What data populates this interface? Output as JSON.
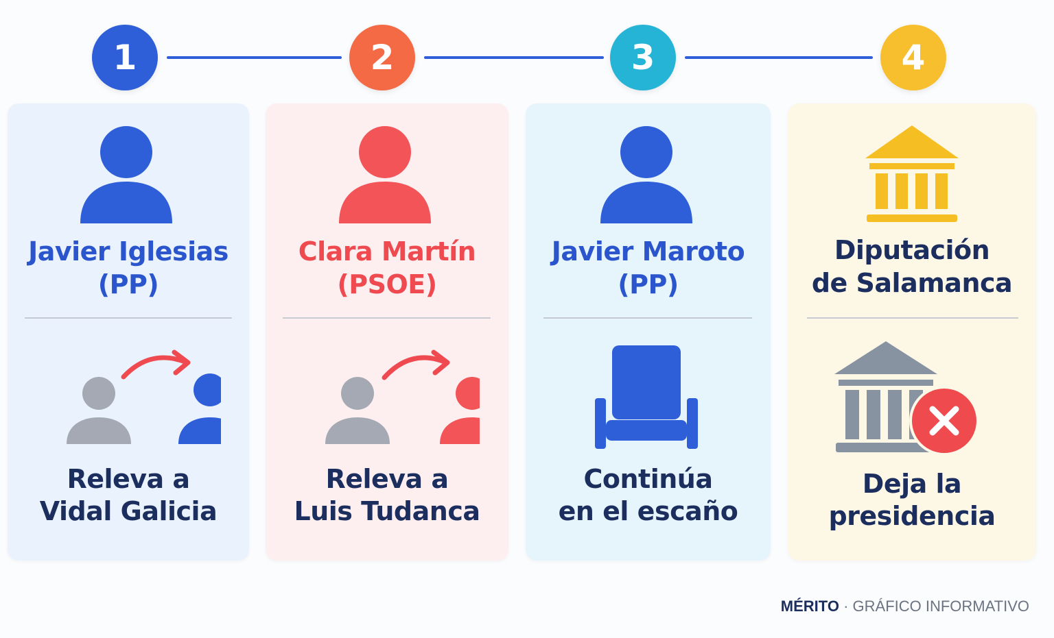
{
  "steps": [
    {
      "number": "1",
      "color": "#2f5fd8",
      "card_bg": "#eaf2fd",
      "title_lines": [
        "Javier Iglesias",
        "(PP)"
      ],
      "title_color": "#2a55cc",
      "person_color": "#2f5fd8",
      "action_lines": [
        "Releva a",
        "Vidal Galicia"
      ],
      "action_icon": "person-swap-icon"
    },
    {
      "number": "2",
      "color": "#f36a45",
      "card_bg": "#fdeef0",
      "title_lines": [
        "Clara Martín",
        "(PSOE)"
      ],
      "title_color": "#ee4a4f",
      "person_color": "#f25458",
      "action_lines": [
        "Releva a",
        "Luis Tudanca"
      ],
      "action_icon": "person-swap-icon"
    },
    {
      "number": "3",
      "color": "#25b4d6",
      "card_bg": "#e6f4fb",
      "title_lines": [
        "Javier Maroto",
        "(PP)"
      ],
      "title_color": "#2a55cc",
      "person_color": "#2f5fd8",
      "action_lines": [
        "Continúa",
        "en el escaño"
      ],
      "action_icon": "seat-icon"
    },
    {
      "number": "4",
      "color": "#f7bf2e",
      "card_bg": "#fdf7e6",
      "title_lines": [
        "Diputación",
        "de Salamanca"
      ],
      "title_color": "#1c2e5e",
      "institution_color": "#f5be22",
      "action_lines": [
        "Deja la",
        "presidencia"
      ],
      "action_icon": "institution-exit-icon"
    }
  ],
  "footer": {
    "brand": "MÉRITO",
    "separator": "·",
    "tagline": "GRÁFICO INFORMATIVO"
  }
}
